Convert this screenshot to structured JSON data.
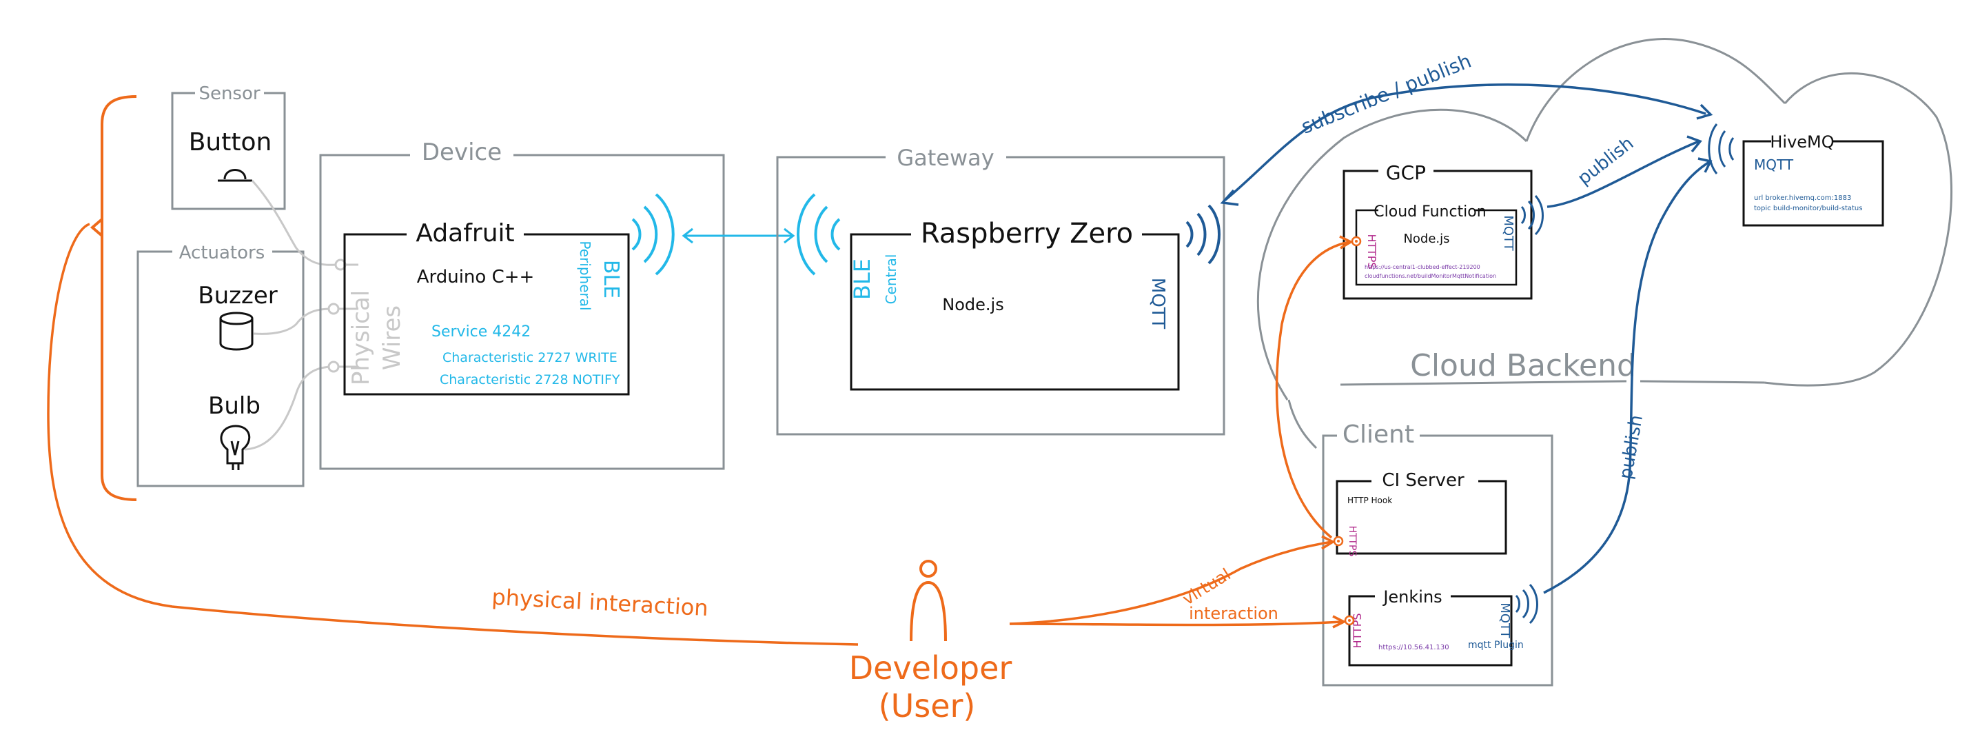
{
  "groups": {
    "sensor": "Sensor",
    "actuators": "Actuators",
    "device": "Device",
    "gateway": "Gateway",
    "gcp": "GCP",
    "cloud_backend": "Cloud Backend",
    "client": "Client",
    "ci_server": "CI Server",
    "jenkins": "Jenkins"
  },
  "sensor_items": {
    "button": "Button"
  },
  "actuator_items": {
    "buzzer": "Buzzer",
    "bulb": "Bulb"
  },
  "wires": {
    "physical": "Physical",
    "wires": "Wires"
  },
  "adafruit": {
    "title": "Adafruit",
    "subtitle": "Arduino C++",
    "ble": "BLE",
    "ble_role": "Peripheral",
    "service": "Service 4242",
    "char_write": "Characteristic 2727 WRITE",
    "char_notify": "Characteristic 2728 NOTIFY"
  },
  "raspberry": {
    "title": "Raspberry Zero",
    "runtime": "Node.js",
    "ble": "BLE",
    "ble_role": "Central",
    "mqtt": "MQTT"
  },
  "cloud_function": {
    "title": "Cloud Function",
    "runtime": "Node.js",
    "https": "HTTPS",
    "mqtt": "MQTT",
    "url_line1": "https://us-central1-clubbed-effect-219200",
    "url_line2": "cloudfunctions.net/buildMonitorMqttNotification"
  },
  "hivemq": {
    "title": "HiveMQ",
    "mqtt": "MQTT",
    "url": "url broker.hivemq.com:1883",
    "topic": "topic build-monitor/build-status"
  },
  "ci_server": {
    "hook": "HTTP Hook",
    "https": "HTTPS"
  },
  "jenkins": {
    "https": "HTTPS",
    "mqtt": "MQTT",
    "url": "https://10.56.41.130",
    "plugin": "mqtt Plugin"
  },
  "edges": {
    "subscribe_publish": "subscribe / publish",
    "publish_top": "publish",
    "publish_right": "publish",
    "physical_interaction": "physical interaction",
    "virtual": "virtual",
    "interaction": "interaction"
  },
  "developer": {
    "name": "Developer",
    "role": "(User)"
  },
  "colors": {
    "gray": "#8a9196",
    "light_gray": "#c8c8c8",
    "black": "#111111",
    "cyan": "#22b8e8",
    "navy": "#1f5a96",
    "orange": "#ee6a1a",
    "magenta": "#b0278a"
  }
}
